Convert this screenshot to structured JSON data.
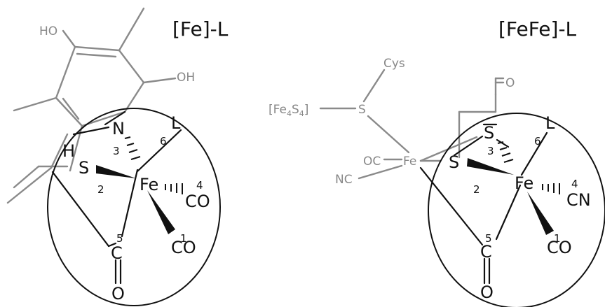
{
  "colors": {
    "ink": "#111111",
    "grey": "#888888",
    "background": "#ffffff"
  },
  "fe_l": {
    "title": "[Fe]-L",
    "metal": "Fe",
    "ligands": {
      "N": "N",
      "SH_H": "H",
      "SH_S": "S",
      "L": "L",
      "CO_eq": "CO",
      "CO_ax": "CO",
      "acyl_C": "C",
      "acyl_O": "O"
    },
    "positions": {
      "p1": "1",
      "p2": "2",
      "p3": "3",
      "p4": "4",
      "p5": "5",
      "p6": "6"
    },
    "pyridinol": {
      "HO": "HO",
      "OH": "OH"
    }
  },
  "fefe_l": {
    "title": "[FeFe]-L",
    "metal": "Fe",
    "cluster": {
      "fe4s4": "[Fe4S4]",
      "cys": "Cys",
      "S_cys": "S",
      "Fe_prox": "Fe",
      "OC": "OC",
      "NC": "NC",
      "O_bridge": "O"
    },
    "ligands": {
      "S_upper": "S",
      "S_lower": "S",
      "L": "L",
      "CN": "CN",
      "CO": "CO",
      "acyl_C": "C",
      "acyl_O": "O"
    },
    "positions": {
      "p1": "1",
      "p2": "2",
      "p3": "3",
      "p4": "4",
      "p5": "5",
      "p6": "6"
    }
  }
}
